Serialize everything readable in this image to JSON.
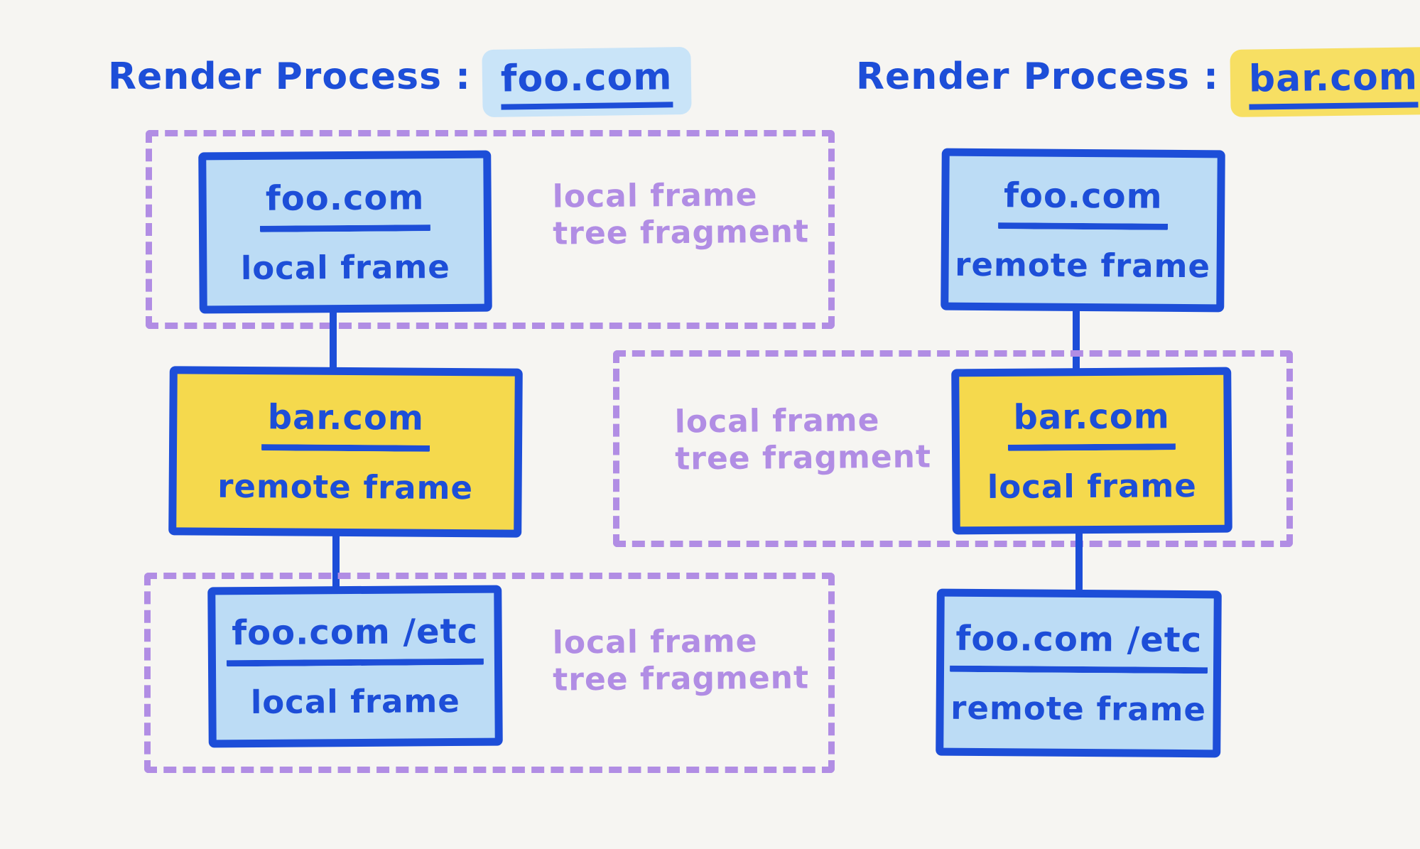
{
  "colors": {
    "background": "#f6f5f2",
    "blue": "#1d4ed8",
    "light_blue_fill": "#bcdcf5",
    "yellow_fill": "#f5d94d",
    "purple": "#b18de4",
    "highlight_blue": "#c9e4f8",
    "highlight_yellow": "#f7df63"
  },
  "left_process": {
    "title_prefix": "Render Process :",
    "title_domain": "foo.com",
    "nodes": [
      {
        "domain": "foo.com",
        "kind": "local frame"
      },
      {
        "domain": "bar.com",
        "kind": "remote frame"
      },
      {
        "domain": "foo.com /etc",
        "kind": "local frame"
      }
    ],
    "fragments": [
      {
        "line1": "local frame",
        "line2": "tree fragment"
      },
      {
        "line1": "local frame",
        "line2": "tree fragment"
      }
    ]
  },
  "right_process": {
    "title_prefix": "Render Process :",
    "title_domain": "bar.com",
    "nodes": [
      {
        "domain": "foo.com",
        "kind": "remote frame"
      },
      {
        "domain": "bar.com",
        "kind": "local frame"
      },
      {
        "domain": "foo.com /etc",
        "kind": "remote frame"
      }
    ],
    "fragments": [
      {
        "line1": "local frame",
        "line2": "tree fragment"
      }
    ]
  }
}
